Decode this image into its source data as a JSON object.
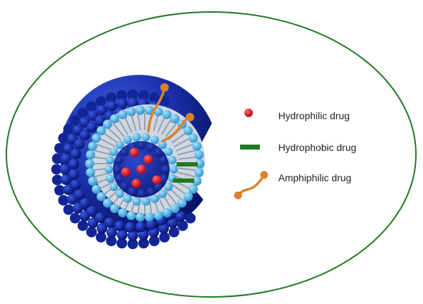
{
  "legend": {
    "hydrophilic": "Hydrophilic drug",
    "hydrophobic": "Hydrophobic drug",
    "amphiphilic": "Amphiphilic drug"
  },
  "colors": {
    "ellipse_stroke": "#1f7a1f",
    "outer_head": "#1a2fa8",
    "outer_head_dark": "#0f1f80",
    "inner_head": "#4fb4e6",
    "tail": "#9aa0a6",
    "core": "#1a2fa8",
    "hydrophilic_drug": "#e0141c",
    "hydrophobic_drug": "#1f7a1f",
    "amphiphilic_drug": "#d9822b"
  },
  "icons": {
    "hydrophilic": "red-dot-icon",
    "hydrophobic": "green-bar-icon",
    "amphiphilic": "orange-lipid-icon"
  }
}
